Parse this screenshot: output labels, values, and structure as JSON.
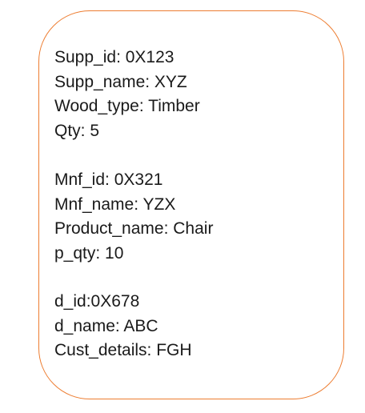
{
  "card": {
    "border_color": "#ed7d31",
    "background": "#ffffff"
  },
  "supplier": {
    "supp_id": "Supp_id: 0X123",
    "supp_name": "Supp_name: XYZ",
    "wood_type": "Wood_type: Timber",
    "qty": "Qty: 5"
  },
  "manufacturer": {
    "mnf_id": "Mnf_id: 0X321",
    "mnf_name": "Mnf_name: YZX",
    "product_name": "Product_name: Chair",
    "p_qty": "p_qty: 10"
  },
  "distributor": {
    "d_id": "d_id:0X678",
    "d_name": "d_name: ABC",
    "cust_details": "Cust_details: FGH"
  }
}
